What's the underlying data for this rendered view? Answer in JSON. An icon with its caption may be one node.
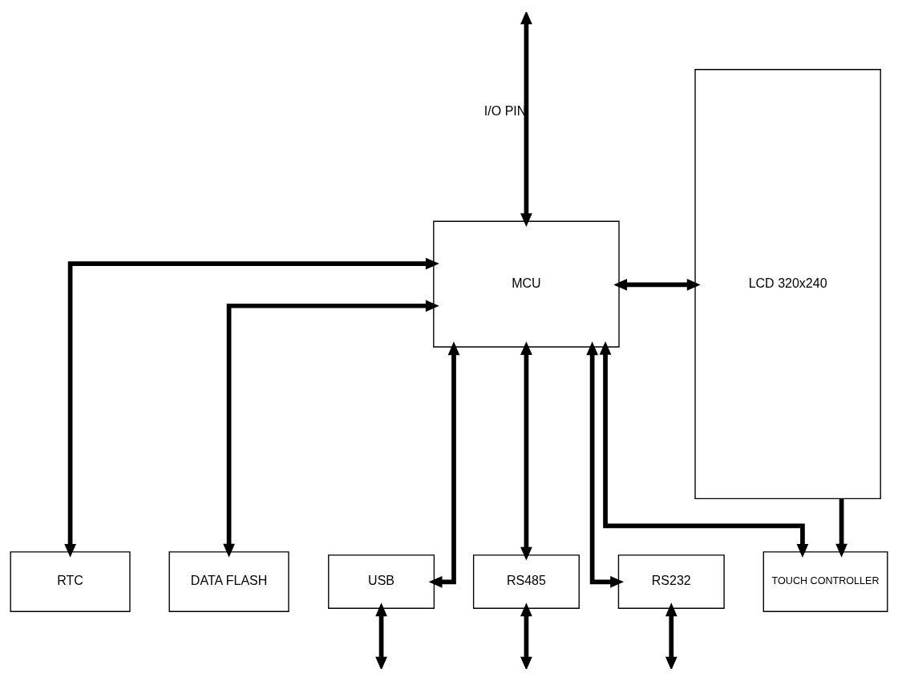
{
  "diagram": {
    "nodes": [
      {
        "text": [
          "RTC"
        ]
      },
      {
        "text": [
          "DATA FLASH"
        ]
      },
      {
        "text": [
          "TOUCH CONTROLLER"
        ]
      },
      {
        "text": [
          "LCD 320x240"
        ]
      },
      {
        "text": [
          "MCU"
        ]
      },
      {
        "text": [
          "USB"
        ]
      },
      {
        "text": [
          "RS485"
        ]
      },
      {
        "text": [
          "RS232"
        ]
      }
    ],
    "edges": [
      {
        "from": 4,
        "to": 0,
        "arrow": "both"
      },
      {
        "from": 4,
        "to": 1,
        "arrow": "both"
      },
      {
        "from": 4,
        "to": 2,
        "arrow": "both"
      },
      {
        "from": 3,
        "to": 2,
        "arrow": "to"
      },
      {
        "from": null,
        "to": 4,
        "arrow": "both",
        "label": "I/O PIN"
      },
      {
        "from": 4,
        "to": 3,
        "arrow": "both"
      },
      {
        "from": 4,
        "to": 5,
        "arrow": "both"
      },
      {
        "from": 4,
        "to": 6,
        "arrow": "both"
      },
      {
        "from": 4,
        "to": 7,
        "arrow": "both"
      },
      {
        "from": 5,
        "to": null,
        "arrow": "both"
      },
      {
        "from": 6,
        "to": null,
        "arrow": "both"
      },
      {
        "from": 7,
        "to": null,
        "arrow": "both"
      }
    ]
  }
}
